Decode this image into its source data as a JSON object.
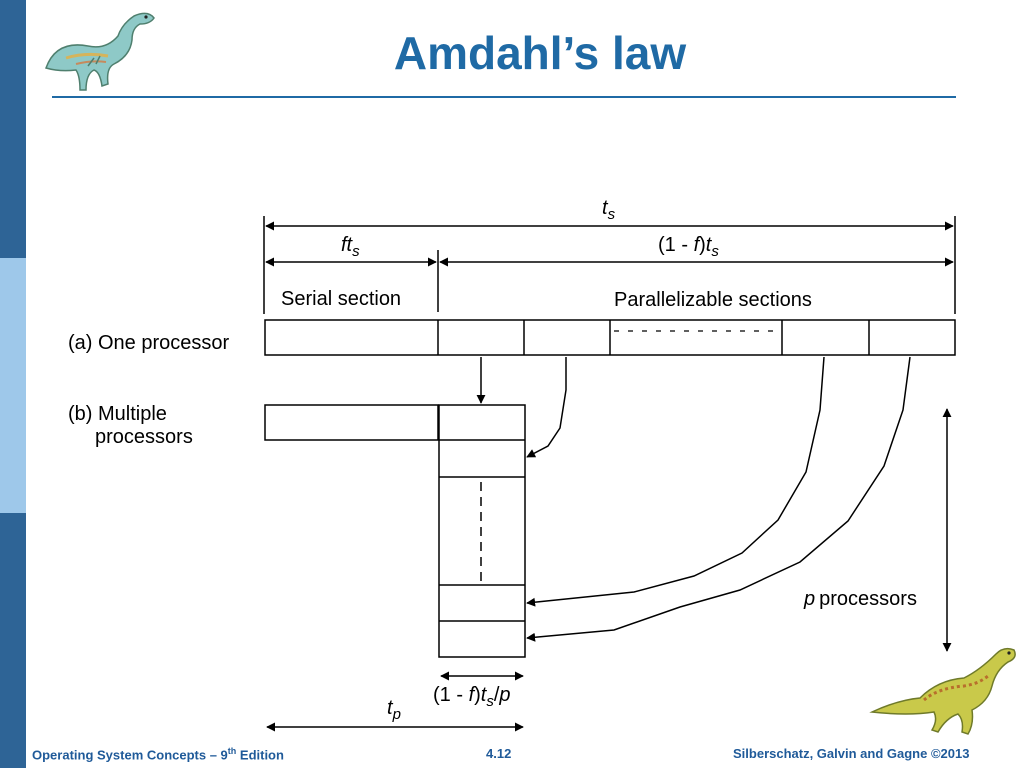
{
  "slide": {
    "title": "Amdahl’s law"
  },
  "diagram": {
    "ts_label_t": "t",
    "ts_label_s": "s",
    "fts_label_f": "ft",
    "fts_label_s": "s",
    "parallel_time_prefix": "(1 - ",
    "parallel_time_f": "f",
    "parallel_time_close": ")",
    "parallel_time_t": "t",
    "parallel_time_s": "s",
    "serial_section": "Serial section",
    "parallelizable_sections": "Parallelizable sections",
    "one_processor": "(a) One processor",
    "multiple_processors_line1": "(b) Multiple",
    "multiple_processors_line2": "processors",
    "p_label": "p",
    "processors_label": "processors",
    "per_proc_prefix": "(1 - ",
    "per_proc_f": "f",
    "per_proc_close": ")",
    "per_proc_t": "t",
    "per_proc_s": "s",
    "per_proc_div": "/",
    "per_proc_p": "p",
    "tp_label_t": "t",
    "tp_label_p": "p"
  },
  "footer": {
    "left": "Operating System Concepts – 9",
    "left_sup": "th",
    "left_end": " Edition",
    "center": "4.12",
    "right": "Silberschatz, Galvin and Gagne ©2013"
  }
}
